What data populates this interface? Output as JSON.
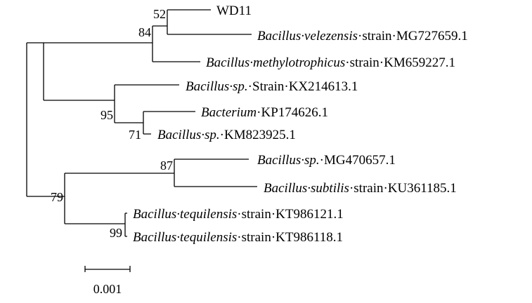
{
  "taxa": [
    {
      "id": "t1",
      "parts": [
        {
          "text": "WD11",
          "italic": false
        }
      ]
    },
    {
      "id": "t2",
      "parts": [
        {
          "text": "Bacillus·velezensis",
          "italic": true
        },
        {
          "text": "·strain·MG727659.1",
          "italic": false
        }
      ]
    },
    {
      "id": "t3",
      "parts": [
        {
          "text": "Bacillus·methylotrophicus",
          "italic": true
        },
        {
          "text": "·strain·KM659227.1",
          "italic": false
        }
      ]
    },
    {
      "id": "t4",
      "parts": [
        {
          "text": "Bacillus·sp.",
          "italic": true
        },
        {
          "text": "·Strain·KX214613.1",
          "italic": false
        }
      ]
    },
    {
      "id": "t5",
      "parts": [
        {
          "text": "Bacterium",
          "italic": true
        },
        {
          "text": "·KP174626.1",
          "italic": false
        }
      ]
    },
    {
      "id": "t6",
      "parts": [
        {
          "text": "Bacillus·sp.",
          "italic": true
        },
        {
          "text": "·KM823925.1",
          "italic": false
        }
      ]
    },
    {
      "id": "t7",
      "parts": [
        {
          "text": "Bacillus·sp.",
          "italic": true
        },
        {
          "text": "·MG470657.1",
          "italic": false
        }
      ]
    },
    {
      "id": "t8",
      "parts": [
        {
          "text": "Bacillus·subtilis",
          "italic": true
        },
        {
          "text": "·strain·KU361185.1",
          "italic": false
        }
      ]
    },
    {
      "id": "t9",
      "parts": [
        {
          "text": "Bacillus·tequilensis",
          "italic": true
        },
        {
          "text": "·strain·KT986121.1",
          "italic": false
        }
      ]
    },
    {
      "id": "t10",
      "parts": [
        {
          "text": "Bacillus·tequilensis",
          "italic": true
        },
        {
          "text": "·strain·KT986118.1",
          "italic": false
        }
      ]
    }
  ],
  "bootstrap": {
    "n52": "52",
    "n84": "84",
    "n95": "95",
    "n71": "71",
    "n87": "87",
    "n79": "79",
    "n99": "99"
  },
  "scale_bar": {
    "label": "0.001"
  }
}
